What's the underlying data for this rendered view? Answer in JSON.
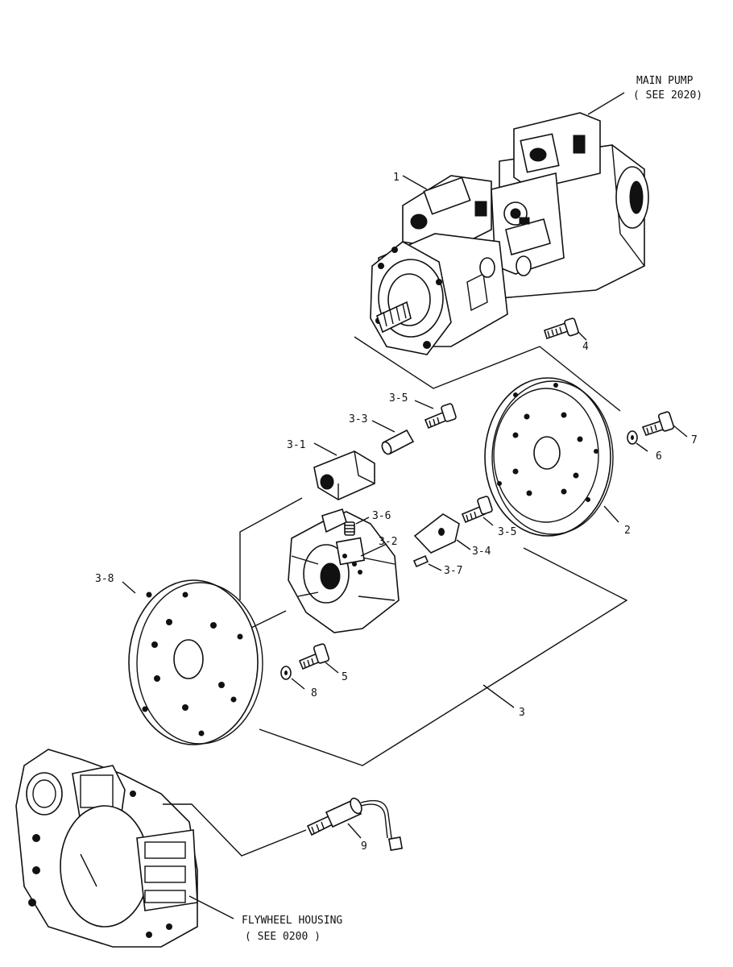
{
  "callouts": {
    "main_pump": {
      "line1": "MAIN PUMP",
      "line2": "( SEE 2020)"
    },
    "flywheel_housing": {
      "line1": "FLYWHEEL HOUSING",
      "line2": "( SEE 0200 )"
    }
  },
  "part_labels": {
    "p1": "1",
    "p2": "2",
    "p3": "3",
    "p3_1": "3-1",
    "p3_2": "3-2",
    "p3_3": "3-3",
    "p3_4": "3-4",
    "p3_5a": "3-5",
    "p3_5b": "3-5",
    "p3_6": "3-6",
    "p3_7": "3-7",
    "p3_8": "3-8",
    "p4": "4",
    "p5": "5",
    "p6": "6",
    "p7": "7",
    "p8": "8",
    "p9": "9"
  }
}
